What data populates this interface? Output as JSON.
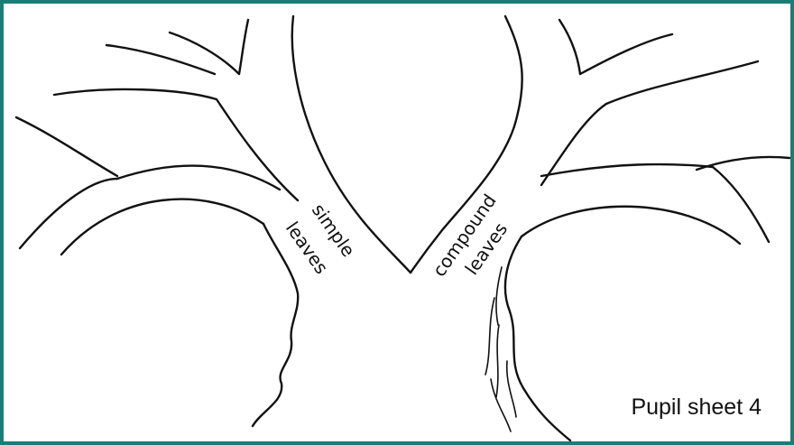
{
  "labels": {
    "left_line1": "simple",
    "left_line2": "leaves",
    "right_line1": "compound",
    "right_line2": "leaves"
  },
  "sheet_label": "Pupil sheet 4",
  "colors": {
    "frame_border": "#1a7d78",
    "ink": "#111111",
    "background": "#ffffff"
  }
}
